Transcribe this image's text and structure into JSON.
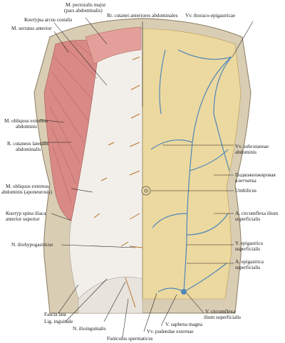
{
  "labels": {
    "kontury_arcus": "Контуры arcus costalis",
    "m_serratus": "M. serratus anterior",
    "m_pectoralis_1": "M. pectoralis major",
    "m_pectoralis_2": "(pars abdominalis)",
    "rr_cutanei_ant": "Rr. cutanei anteriores abdominales",
    "vv_thoraco": "Vv. thoraco-epigastricae",
    "m_obliquus_ext_1": "M. obliquus externus",
    "m_obliquus_ext_2": "abdominis",
    "r_cutaneus_lat_1": "R. cutaneus lateralis",
    "r_cutaneus_lat_2": "abdominalis",
    "vv_subcutaneae_1": "Vv. subcutaneae",
    "vv_subcutaneae_2": "abdominis",
    "podkozhnaya_1": "Подкожножировая",
    "podkozhnaya_2": "клетчатка",
    "m_obliquus_apo_1": "M. obliquus externus",
    "m_obliquus_apo_2": "abdominis (aponeurosis)",
    "umbilicus": "Umbilicus",
    "kontur_spina_1": "Контур spina iliaca",
    "kontur_spina_2": "anterior superior",
    "a_circumflexa_1": "A. circumflexa ilium",
    "a_circumflexa_2": "superficialis",
    "n_iliohypo": "N. iliohypogastricus",
    "v_epigastrica_1": "V. epigastrica",
    "v_epigastrica_2": "superficialis",
    "a_epigastrica_1": "A. epigastrica",
    "a_epigastrica_2": "superficialis",
    "fascia_lata": "Fascia lata",
    "lig_inguinale": "Lig. inguinale",
    "n_ilioinguinalis": "N. ilioinguinalis",
    "v_circumflexa_1": "V. circumflexa",
    "v_circumflexa_2": "ilium superficialis",
    "v_saphena": "V. saphena magna",
    "vv_pudendae": "Vv. pudendae externae",
    "funiculus": "Funiculus spermaticus"
  },
  "colors": {
    "skin": "#d9cdb4",
    "fat": "#ecd9a0",
    "muscle": "#d98a86",
    "aponeurosis": "#f2efea",
    "vein": "#4e86b8",
    "nerve": "#b8742a",
    "leader": "#1a1a1a"
  },
  "icons": [
    "umbilicus-icon"
  ]
}
